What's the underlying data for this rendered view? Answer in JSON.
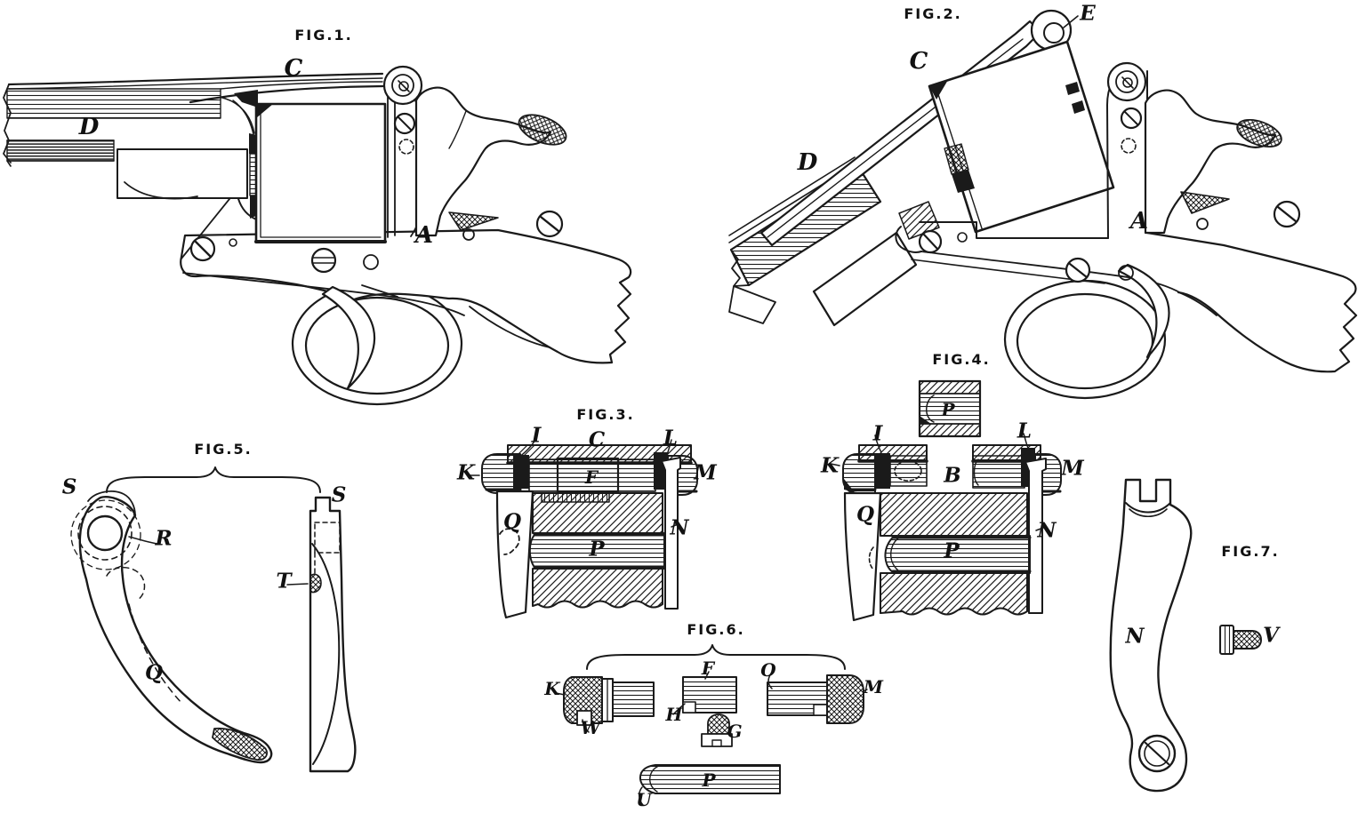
{
  "sheet": {
    "background": "#ffffff",
    "ink": "#1a1a1a"
  },
  "figures": {
    "fig1": {
      "title": "FIG.1.",
      "labels": [
        {
          "text": "C"
        },
        {
          "text": "D"
        },
        {
          "text": "A"
        }
      ]
    },
    "fig2": {
      "title": "FIG.2.",
      "labels": [
        {
          "text": "E"
        },
        {
          "text": "C"
        },
        {
          "text": "D"
        },
        {
          "text": "A"
        }
      ]
    },
    "fig3": {
      "title": "FIG.3.",
      "labels": [
        {
          "text": "I"
        },
        {
          "text": "C"
        },
        {
          "text": "L"
        },
        {
          "text": "K"
        },
        {
          "text": "M"
        },
        {
          "text": "F"
        },
        {
          "text": "Q"
        },
        {
          "text": "N"
        },
        {
          "text": "P"
        }
      ]
    },
    "fig4": {
      "title": "FIG.4.",
      "labels": [
        {
          "text": "P"
        },
        {
          "text": "I"
        },
        {
          "text": "L"
        },
        {
          "text": "K"
        },
        {
          "text": "M"
        },
        {
          "text": "B"
        },
        {
          "text": "Q"
        },
        {
          "text": "N"
        },
        {
          "text": "P"
        }
      ]
    },
    "fig5": {
      "title": "FIG.5.",
      "labels": [
        {
          "text": "S"
        },
        {
          "text": "S"
        },
        {
          "text": "R"
        },
        {
          "text": "T"
        },
        {
          "text": "Q"
        }
      ]
    },
    "fig6": {
      "title": "FIG.6.",
      "labels": [
        {
          "text": "K"
        },
        {
          "text": "W"
        },
        {
          "text": "F"
        },
        {
          "text": "H"
        },
        {
          "text": "G"
        },
        {
          "text": "O"
        },
        {
          "text": "M"
        },
        {
          "text": "P"
        },
        {
          "text": "U"
        }
      ]
    },
    "fig7": {
      "title": "FIG.7.",
      "labels": [
        {
          "text": "N"
        },
        {
          "text": "V"
        }
      ]
    }
  }
}
